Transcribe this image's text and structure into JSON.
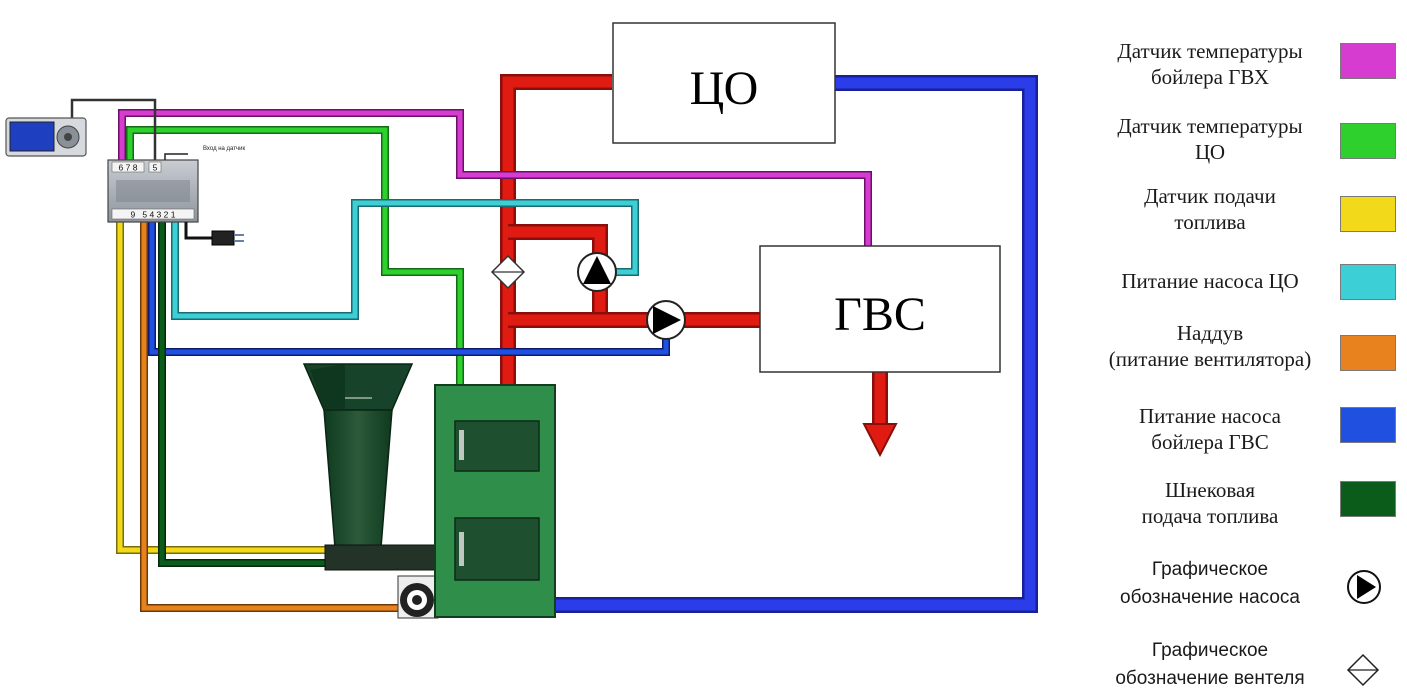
{
  "boxes": {
    "co": "ЦО",
    "gvs": "ГВС"
  },
  "controller": {
    "top_terminals": "6 7 8",
    "top_terminal_right": "5",
    "bottom_terminals": "9   5 4 3 2 1",
    "sensor_note": "Вход на датчик"
  },
  "colors": {
    "boiler_dhw_sensor": "#d63cd0",
    "co_sensor": "#2ed02e",
    "fuel_feed_sensor": "#f2d91a",
    "co_pump_power": "#3ccfd6",
    "blower_power": "#e8821e",
    "dhw_pump_power": "#2050e0",
    "screw_feeder": "#0b5c1a",
    "supply_pipe": "#e01b12",
    "return_pipe": "#2a3de8",
    "boiler_body": "#2f8f4a"
  },
  "legend": [
    {
      "lines": [
        "Датчик температуры",
        "бойлера  ГВХ"
      ],
      "color": "#d63cd0"
    },
    {
      "lines": [
        "Датчик температуры",
        "ЦО"
      ],
      "color": "#2ed02e"
    },
    {
      "lines": [
        "Датчик подачи",
        "топлива"
      ],
      "color": "#f2d91a"
    },
    {
      "lines": [
        "Питание насоса ЦО"
      ],
      "color": "#3ccfd6"
    },
    {
      "lines": [
        "Наддув",
        "(питание вентилятора)"
      ],
      "color": "#e8821e"
    },
    {
      "lines": [
        "Питание насоса",
        "бойлера ГВС"
      ],
      "color": "#2050e0"
    },
    {
      "lines": [
        "Шнековая",
        "подача топлива"
      ],
      "color": "#0b5c1a"
    },
    {
      "lines": [
        "Графическое",
        "обозначение насоса"
      ],
      "icon": "pump-icon"
    },
    {
      "lines": [
        "Графическое",
        "обозначение вентеля"
      ],
      "icon": "valve-icon"
    }
  ]
}
